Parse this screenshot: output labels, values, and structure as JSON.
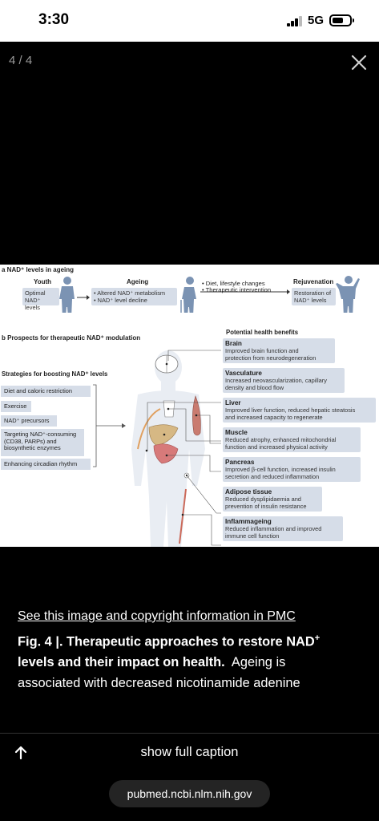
{
  "status_bar": {
    "time": "3:30",
    "network": "5G"
  },
  "viewer": {
    "counter": "4 / 4"
  },
  "figure": {
    "panel_a": {
      "title": "a  NAD⁺ levels in ageing",
      "youth": {
        "heading": "Youth",
        "text1": "Optimal",
        "text2": "NAD⁺ levels"
      },
      "ageing": {
        "heading": "Ageing",
        "text1": "• Altered NAD⁺ metabolism",
        "text2": "• NAD⁺ level decline"
      },
      "intervention": {
        "text1": "• Diet, lifestyle changes",
        "text2": "• Therapeutic intervention"
      },
      "rejuvenation": {
        "heading": "Rejuvenation",
        "text1": "Restoration of",
        "text2": "NAD⁺ levels"
      }
    },
    "panel_b": {
      "title": "b  Prospects for therapeutic NAD⁺ modulation",
      "strategies_title": "Strategies for boosting NAD⁺ levels",
      "strategies": [
        "Diet and caloric restriction",
        "Exercise",
        "NAD⁺ precursors",
        "Targeting NAD⁺-consuming",
        "(CD38, PARPs) and",
        "biosynthetic enzymes",
        "Enhancing circadian rhythm"
      ],
      "benefits_title": "Potential health benefits",
      "benefits": [
        {
          "heading": "Brain",
          "line1": "Improved brain function and",
          "line2": "protection from neurodegeneration"
        },
        {
          "heading": "Vasculature",
          "line1": "Increased neovascularization, capillary",
          "line2": "density and blood flow"
        },
        {
          "heading": "Liver",
          "line1": "Improved liver function, reduced hepatic steatosis",
          "line2": "and increased capacity to regenerate"
        },
        {
          "heading": "Muscle",
          "line1": "Reduced atrophy, enhanced mitochondrial",
          "line2": "function and increased physical activity"
        },
        {
          "heading": "Pancreas",
          "line1": "Improved β-cell function, increased insulin",
          "line2": "secretion and reduced inflammation"
        },
        {
          "heading": "Adipose tissue",
          "line1": "Reduced dysplipidaemia and",
          "line2": "prevention of insulin resistance"
        },
        {
          "heading": "Inflammageing",
          "line1": "Reduced inflammation and improved",
          "line2": "immune cell function"
        }
      ]
    }
  },
  "caption": {
    "link": "See this image and copyright information in PMC",
    "fig_label": "Fig. 4 |. Therapeutic approaches to restore NAD",
    "fig_sup": "+",
    "fig_label_rest": "levels and their impact on health.",
    "text_part1": "  Ageing is",
    "text_line2": "associated with decreased nicotinamide adenine"
  },
  "footer": {
    "show_caption": "show full caption",
    "url": "pubmed.ncbi.nlm.nih.gov"
  }
}
